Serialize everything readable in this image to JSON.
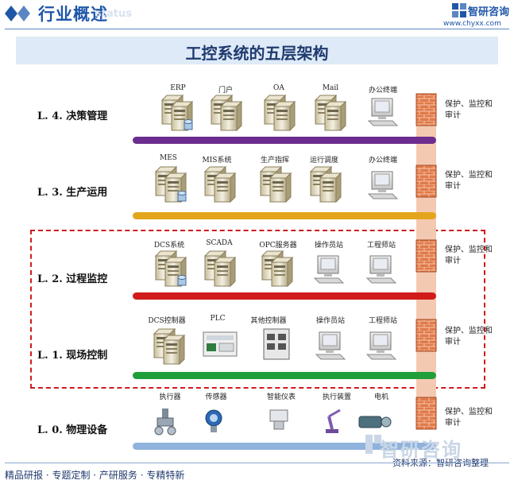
{
  "header": {
    "title": "行业概述",
    "watermark": "status",
    "brand_name": "智研咨询",
    "brand_url": "www.chyxx.com"
  },
  "diagram_title": "工控系统的五层架构",
  "levels": [
    {
      "name": "L. 4. 决策管理",
      "bus_color": "#6b2d8f",
      "nodes": [
        "ERP",
        "门户",
        "OA",
        "Mail",
        "办公终端"
      ],
      "security": "保护、监控和审计"
    },
    {
      "name": "L. 3. 生产运用",
      "bus_color": "#e3a51c",
      "nodes": [
        "MES",
        "MIS系统",
        "生产指挥",
        "运行调度",
        "办公终端"
      ],
      "security": "保护、监控和审计"
    },
    {
      "name": "L. 2. 过程监控",
      "bus_color": "#d11b1b",
      "nodes": [
        "DCS系统",
        "SCADA",
        "OPC服务器",
        "操作员站",
        "工程师站"
      ],
      "security": "保护、监控和审计"
    },
    {
      "name": "L. 1. 现场控制",
      "bus_color": "#1f9e3a",
      "nodes": [
        "DCS控制器",
        "PLC",
        "其他控制器",
        "操作员站",
        "工程师站"
      ],
      "security": "保护、监控和审计"
    },
    {
      "name": "L. 0. 物理设备",
      "bus_color": "#8fb3dc",
      "nodes": [
        "执行器",
        "传感器",
        "智能仪表",
        "执行装置",
        "电机"
      ],
      "security": "保护、监控和审计"
    }
  ],
  "footer": {
    "tags": "精品研报 · 专题定制 · 产研服务 · 专精特新",
    "source": "资料来源：智研咨询整理",
    "watermark_brand": "智研咨询"
  },
  "colors": {
    "accent": "#1f56a8",
    "firewall": "#e07a4b",
    "dashed_box": "#d11b1b"
  }
}
